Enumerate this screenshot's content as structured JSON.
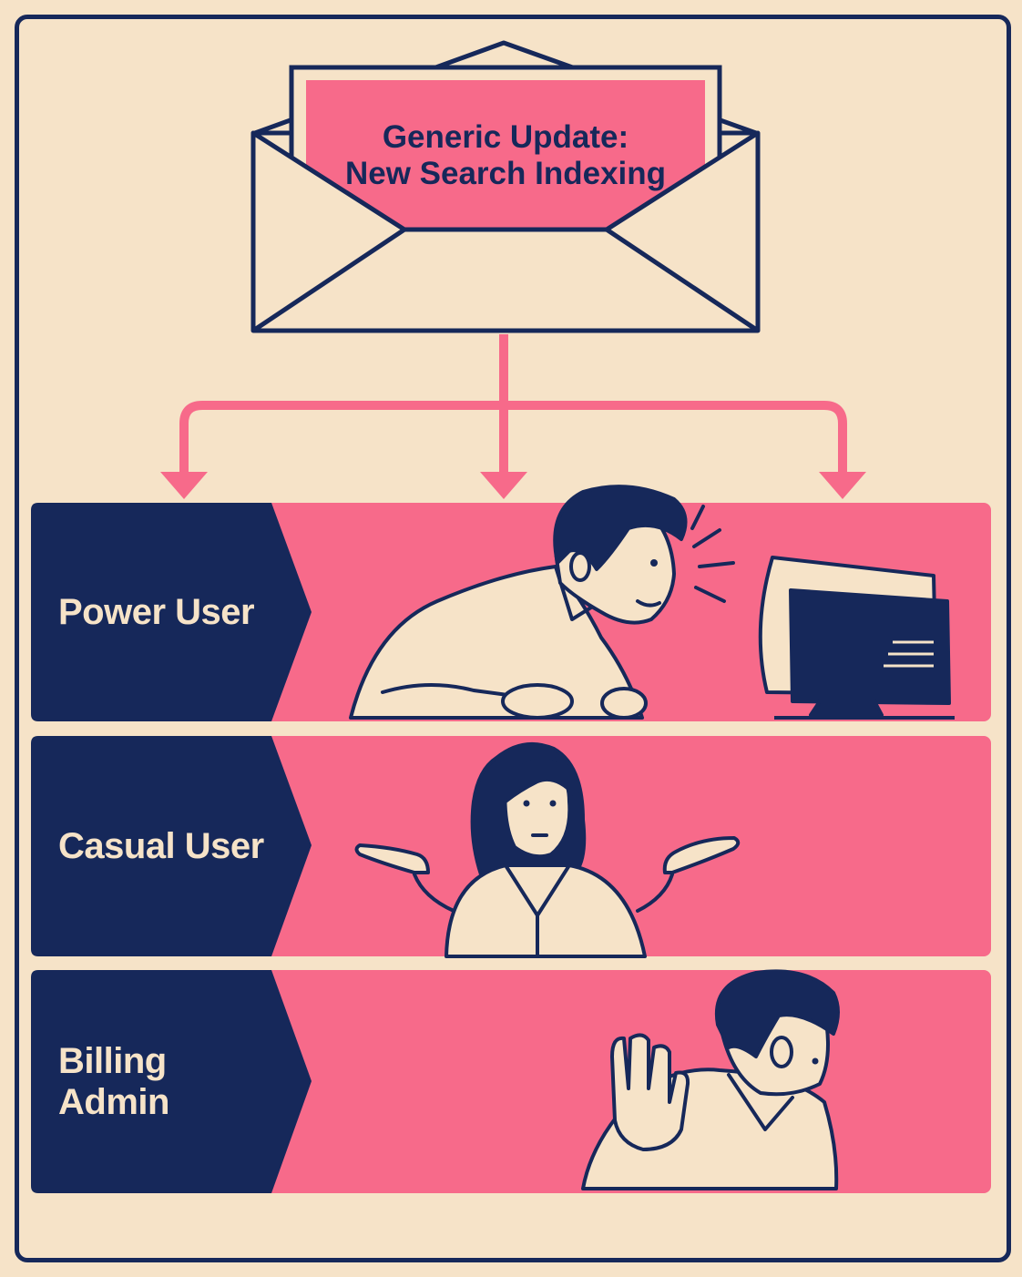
{
  "envelope": {
    "title_line1": "Generic Update:",
    "title_line2": "New Search Indexing"
  },
  "segments": [
    {
      "label": "Power User",
      "reaction": "leaning-in-to-monitor"
    },
    {
      "label": "Casual User",
      "reaction": "shrugging"
    },
    {
      "label": "Billing Admin",
      "reaction": "hand-up-turning-away"
    }
  ],
  "colors": {
    "background": "#f6e3c8",
    "navy": "#16285a",
    "pink": "#f76a8a"
  }
}
